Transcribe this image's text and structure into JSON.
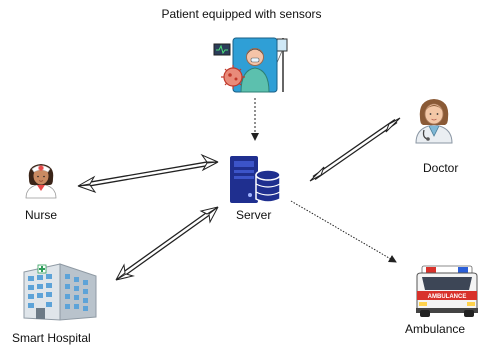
{
  "nodes": {
    "patient": {
      "label": "Patient equipped with sensors",
      "icon": "patient-with-sensors-icon"
    },
    "server": {
      "label": "Server",
      "icon": "server-icon"
    },
    "doctor": {
      "label": "Doctor",
      "icon": "doctor-icon"
    },
    "nurse": {
      "label": "Nurse",
      "icon": "nurse-icon"
    },
    "hospital": {
      "label": "Smart Hospital",
      "icon": "smart-hospital-icon"
    },
    "ambulance": {
      "label": "Ambulance",
      "icon": "ambulance-icon"
    }
  },
  "edges": [
    {
      "from": "patient",
      "to": "server",
      "style": "dotted",
      "direction": "one-way"
    },
    {
      "from": "server",
      "to": "doctor",
      "style": "double-line",
      "direction": "two-way"
    },
    {
      "from": "server",
      "to": "nurse",
      "style": "double-line",
      "direction": "two-way"
    },
    {
      "from": "server",
      "to": "hospital",
      "style": "double-line",
      "direction": "two-way"
    },
    {
      "from": "server",
      "to": "ambulance",
      "style": "dotted",
      "direction": "one-way"
    }
  ],
  "colors": {
    "server_blue": "#1f2f8f",
    "line": "#222222",
    "ambulance_red": "#d8322b",
    "patient_teal": "#4bb3b0"
  }
}
